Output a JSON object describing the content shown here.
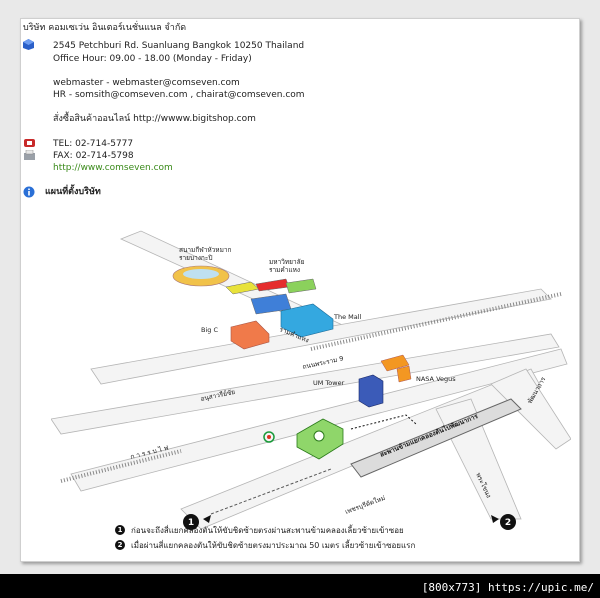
{
  "company": {
    "name": "บริษัท คอมเซเว่น อินเตอร์เนชั่นแนล จำกัด",
    "address": "2545 Petchburi Rd. Suanluang Bangkok 10250 Thailand",
    "office_hours": "Office Hour: 09.00 - 18.00 (Monday - Friday)",
    "webmaster": "webmaster - webmaster@comseven.com",
    "hr": "HR - somsith@comseven.com , chairat@comseven.com",
    "shop": "สั่งซื้อสินค้าออนไลน์ http://wwww.bigitshop.com",
    "tel": "TEL: 02-714-5777",
    "fax": "FAX: 02-714-5798",
    "website": "http://www.comseven.com",
    "map_title": "แผนที่ตั้งบริษัท"
  },
  "map": {
    "landmarks": {
      "stadium": "สนามกีฬาหัวหมาก\nรายบางกะปิ",
      "university": "มหาวิทยาลัย\nรามคำแหง",
      "the_mall": "The Mall",
      "big_c": "Big C",
      "um_tower": "UM Tower",
      "nasa": "NASA Vegus"
    },
    "roads": {
      "ramkhamhaeng": "รามคำแหง",
      "ramkhamhaeng_soi": "ถนนพระราม 9",
      "srinakarin": "อนุสาวรีย์ชัย",
      "rama9": "ก า ร ร บ ไ ฟ",
      "motorway": "สะพานข้ามแยกคลองตันไปพัฒนาการ",
      "phetchaburi": "เพชรบุรีตัดใหม่",
      "pradit": "พระโขนง",
      "pattanakarn": "พัฒนาการ"
    },
    "markers": [
      "1",
      "2"
    ]
  },
  "legend": [
    {
      "num": "1",
      "text": "ก่อนจะถึงสี่แยกคลองตันให้ขับชิดซ้ายตรงผ่านสะพานข้ามคลองเลี้ยวซ้ายเข้าซอย"
    },
    {
      "num": "2",
      "text": "เมื่อผ่านสี่แยกคลองตันให้ขับชิดซ้ายตรงมาประมาณ 50 เมตร เลี้ยวซ้ายเข้าซอยแรก"
    }
  ],
  "watermark": "[800x773] https://upic.me/"
}
